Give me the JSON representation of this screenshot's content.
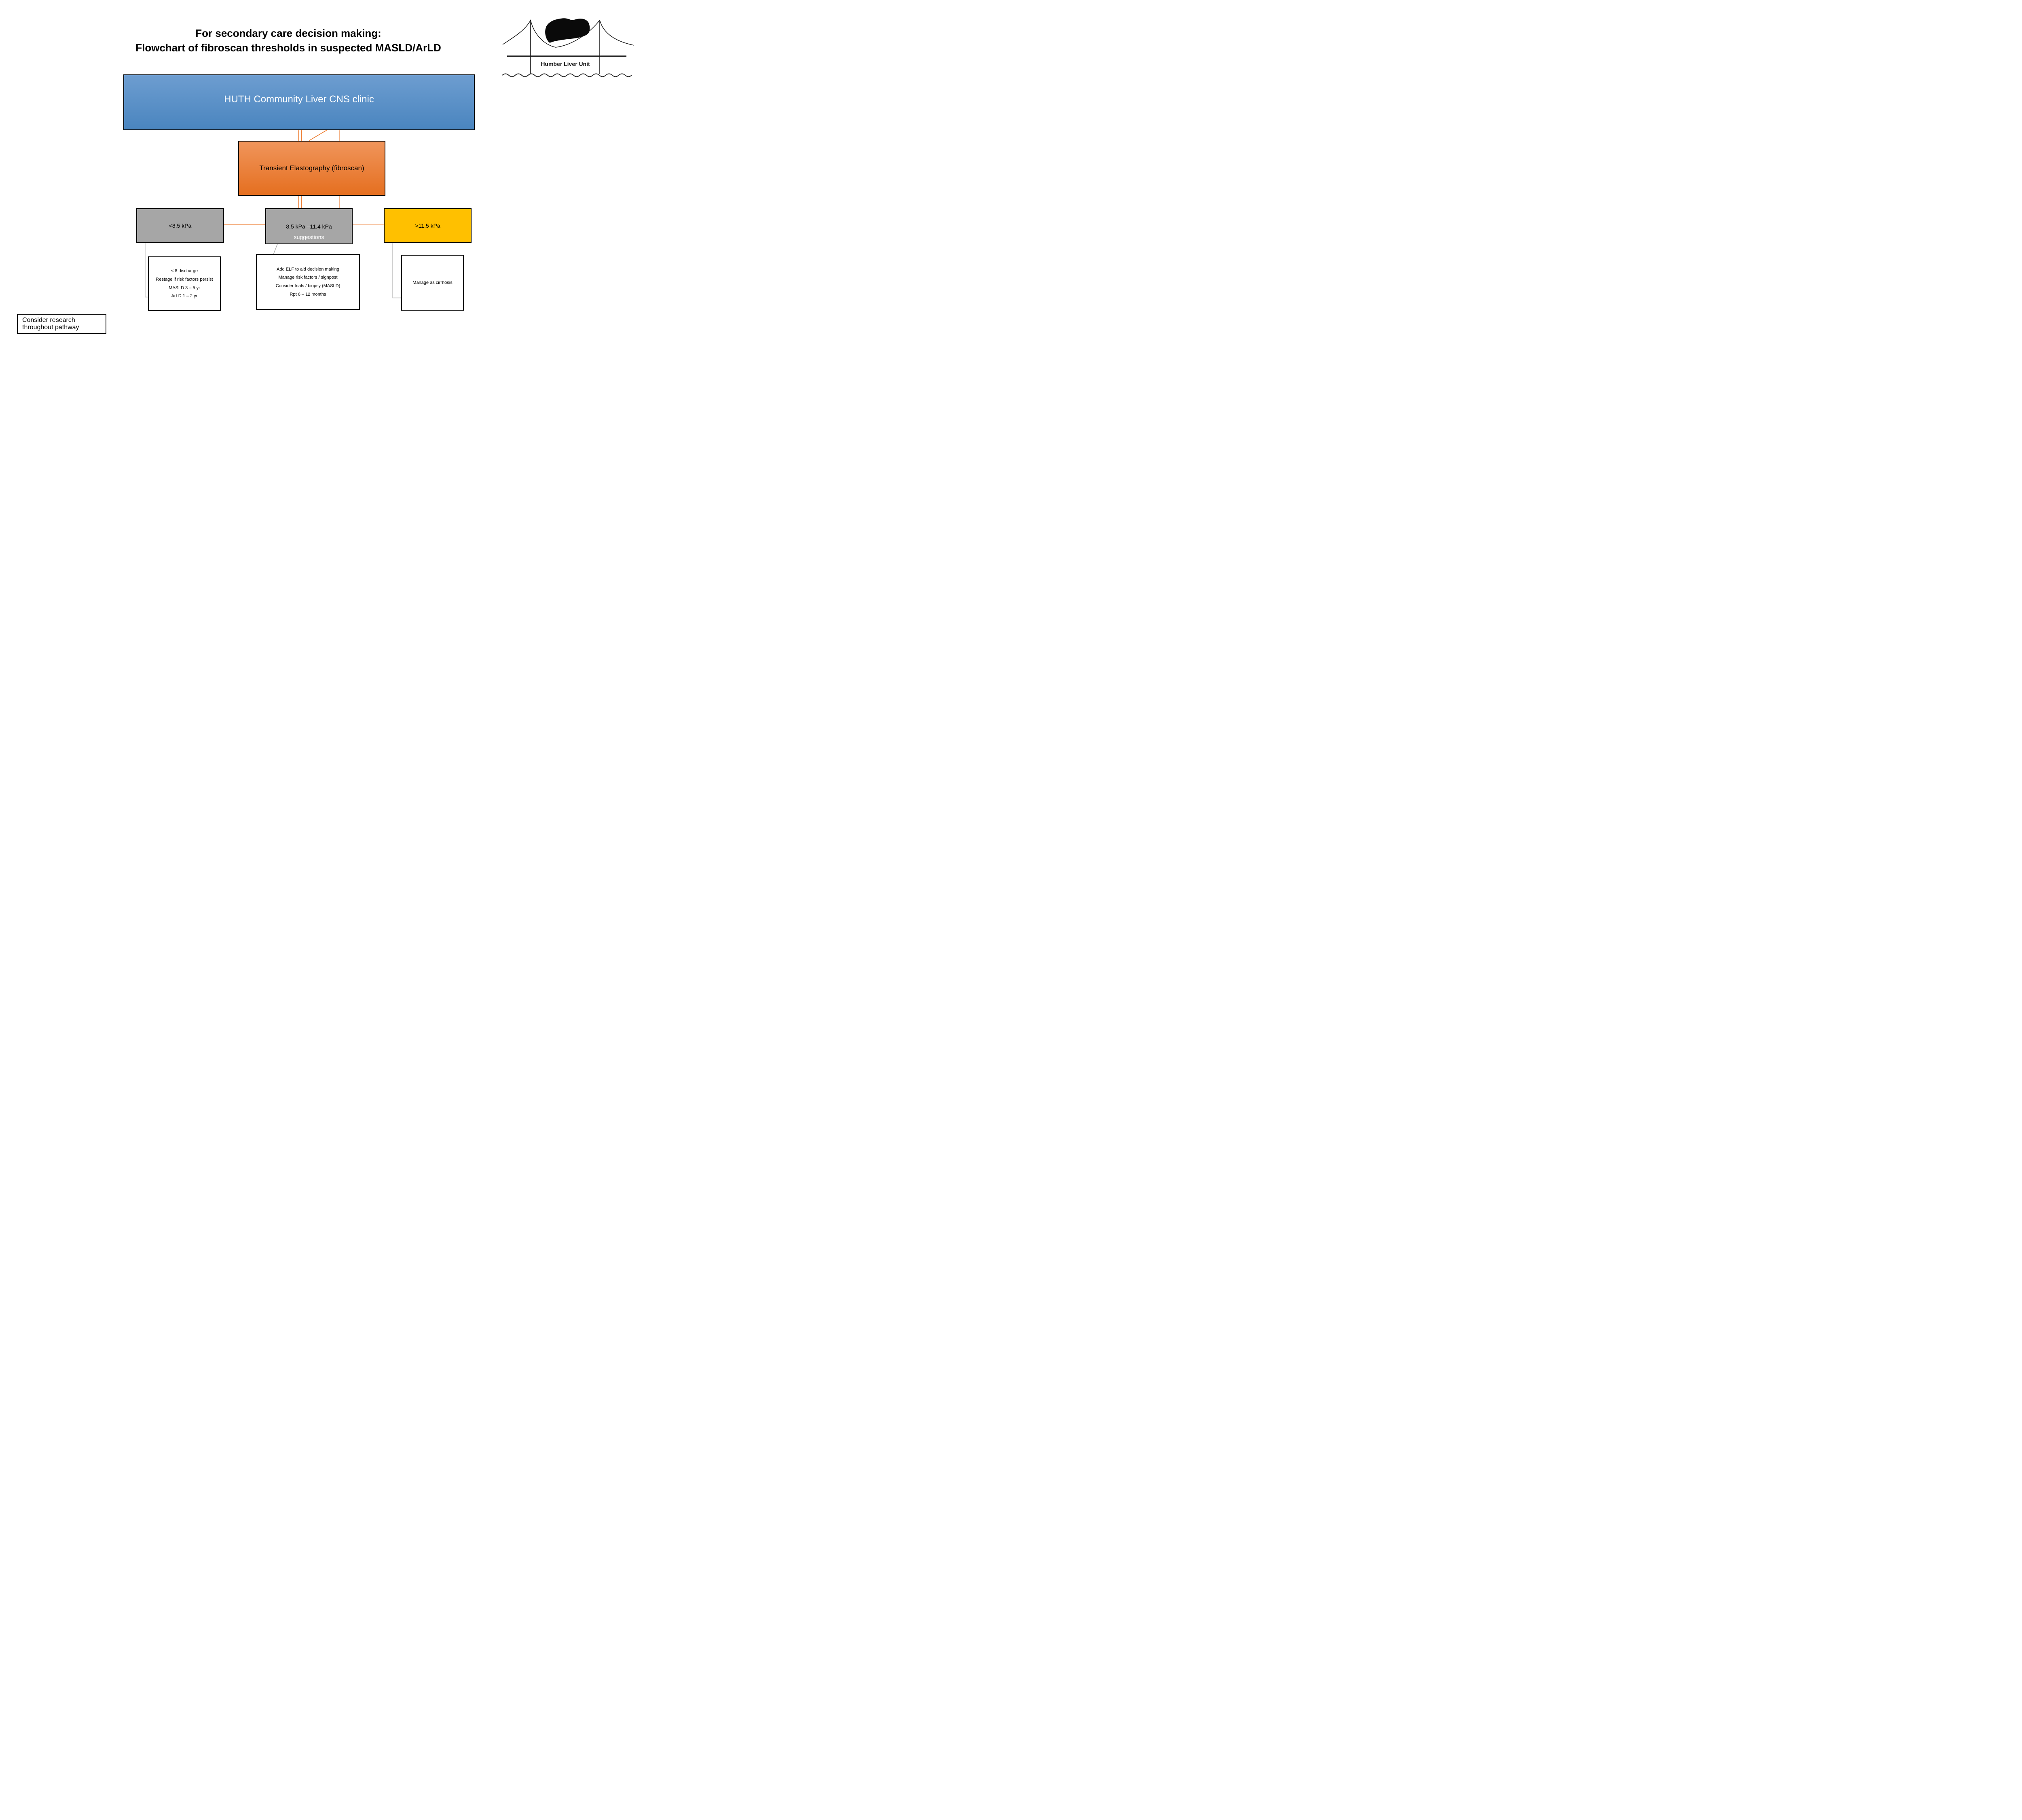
{
  "title": {
    "line1": "For secondary care decision making:",
    "line2": "Flowchart of fibroscan thresholds in suspected MASLD/ArLD"
  },
  "flowchart": {
    "clinic_box": {
      "label": "HUTH Community Liver CNS clinic"
    },
    "elastography_box": {
      "label": "Transient Elastography (fibroscan)"
    },
    "threshold_low": {
      "label": "<8.5 kPa"
    },
    "threshold_mid": {
      "label": "8.5 kPa –11.4 kPa",
      "sublabel": "suggestions"
    },
    "threshold_high": {
      "label": ">11.5 kPa"
    },
    "outcome_low": {
      "lines": [
        "< 8 discharge",
        "Restage if risk factors persist",
        "MASLD 3 – 5 yr",
        "ArLD 1 – 2 yr"
      ]
    },
    "outcome_mid": {
      "lines": [
        "Add ELF to aid decision making",
        "Manage risk factors / signpost",
        "Consider trials / biopsy (MASLD)",
        "Rpt 6 – 12 months"
      ]
    },
    "outcome_high": {
      "label": "Manage as cirrhosis"
    },
    "research_note": {
      "line1": "Consider research",
      "line2": "throughout pathway"
    }
  },
  "logo": {
    "caption": "Humber Liver Unit"
  },
  "colors": {
    "clinic_blue_top": "#6D9DD0",
    "clinic_blue_bottom": "#4A85BF",
    "elasto_orange_top": "#F0955B",
    "elasto_orange_bottom": "#E56F20",
    "threshold_gray": "#A6A6A6",
    "threshold_yellow": "#FFC000",
    "connector_orange": "#ED7D31",
    "connector_gray": "#ABABAB"
  }
}
